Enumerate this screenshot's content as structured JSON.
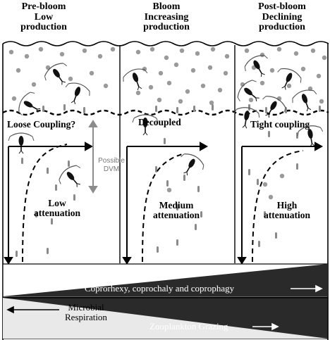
{
  "phases": [
    {
      "line1": "Pre-bloom",
      "line2": "Low",
      "line3": "production"
    },
    {
      "line1": "Bloom",
      "line2": "Increasing",
      "line3": "production"
    },
    {
      "line1": "Post-bloom",
      "line2": "Declining",
      "line3": "production"
    }
  ],
  "coupling": [
    "Loose Coupling?",
    "Decoupled",
    "Tight coupling"
  ],
  "attenuation": [
    {
      "line1": "Low",
      "line2": "attenuation"
    },
    {
      "line1": "Medium",
      "line2": "attenuation"
    },
    {
      "line1": "High",
      "line2": "attenuation"
    }
  ],
  "dvm": {
    "line1": "Possible",
    "line2": "DVM"
  },
  "bars": {
    "top_label": "Coprorhexy, coprochaly and coprophagy",
    "microbial_line1": "Microbial",
    "microbial_line2": "Respiration",
    "grazing_label": "Zooplankton Grazing"
  },
  "colors": {
    "dark_wedge": "#2a2a2a",
    "light_wedge": "#e9e9e9",
    "particle": "#9a9a9a",
    "dvm_arrow": "#8c8c8c"
  }
}
